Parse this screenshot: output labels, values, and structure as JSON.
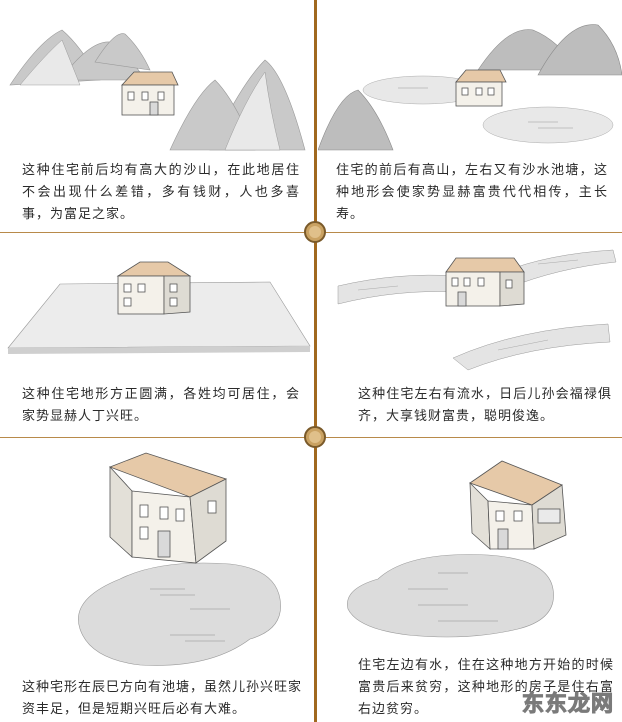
{
  "panels": [
    {
      "id": "top-left",
      "caption": "这种住宅前后均有高大的沙山，在此地居住不会出现什么差错，多有钱财，人也多喜事，为富足之家。"
    },
    {
      "id": "top-right",
      "caption": "住宅的前后有高山，左右又有沙水池塘，这种地形会使家势显赫富贵代代相传，主长寿。"
    },
    {
      "id": "middle-left",
      "caption": "这种住宅地形方正圆满，各姓均可居住，会家势显赫人丁兴旺。"
    },
    {
      "id": "middle-right",
      "caption": "这种住宅左右有流水，日后儿孙会福禄俱齐，大享钱财富贵，聪明俊逸。"
    },
    {
      "id": "bottom-left",
      "caption": "这种宅形在辰巳方向有池塘，虽然儿孙兴旺家资丰足，但是短期兴旺后必有大难。"
    },
    {
      "id": "bottom-right",
      "caption": "住宅左边有水，住在这种地方开始的时候富贵后来贫穷，这种地形的房子是住右富右边贫穷。"
    }
  ],
  "watermark": "东东龙网",
  "colors": {
    "divider": "#a0681f",
    "knob": "#caa262",
    "text": "#2a2a2a"
  }
}
